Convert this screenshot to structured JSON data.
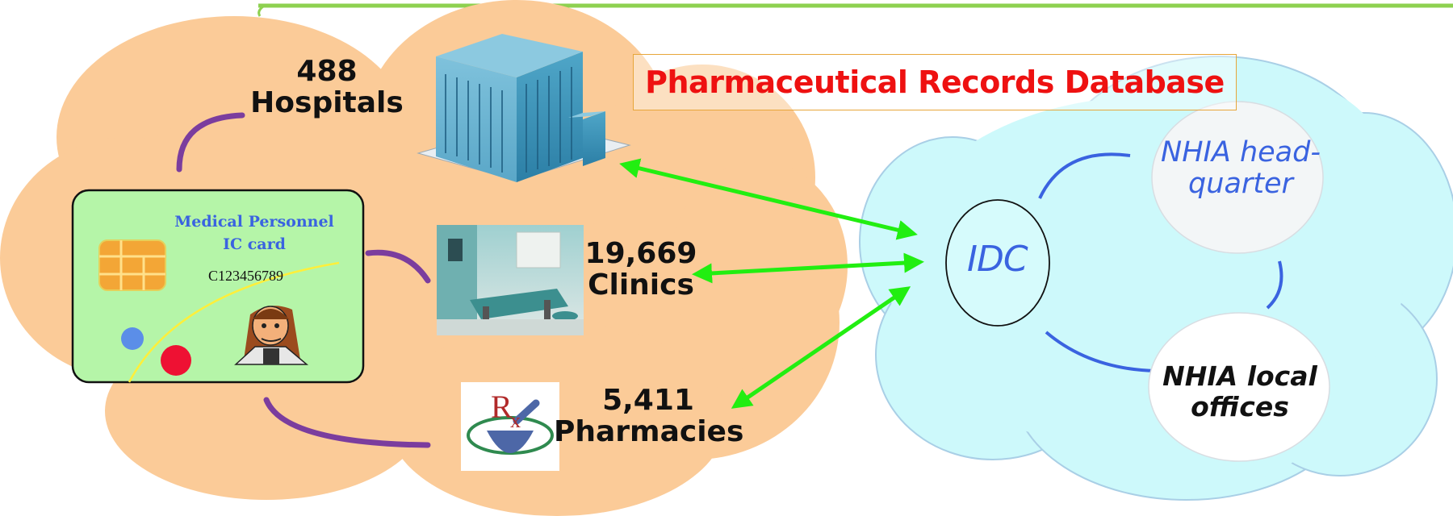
{
  "title": "Pharmaceutical Records Database",
  "facilities": {
    "hospitals": {
      "count": "488",
      "label": "Hospitals"
    },
    "clinics": {
      "count": "19,669",
      "label": "Clinics"
    },
    "pharmacies": {
      "count": "5,411",
      "label": "Pharmacies"
    }
  },
  "ic_card": {
    "line1": "Medical Personnel",
    "line2": "IC card",
    "id_number": "C123456789"
  },
  "network": {
    "idc": "IDC",
    "headquarter": {
      "line1": "NHIA head-",
      "line2": "quarter"
    },
    "local_offices": {
      "line1": "NHIA local",
      "line2": "offices"
    }
  },
  "colors": {
    "left_cloud": "#fbcb98",
    "right_cloud": "#cdf9fb",
    "arrow": "#22ee11",
    "connector": "#7b3d9e",
    "network_line": "#3a63e0",
    "title_text": "#ee1111",
    "card_bg": "#b5f5a8",
    "top_rule": "#8ed150"
  },
  "icons": {
    "hospital": "office-building-icon",
    "clinic": "exam-room-photo",
    "pharmacy": "rx-mortar-pestle-icon",
    "chip": "smart-card-chip-icon",
    "person": "doctor-cartoon-icon"
  }
}
